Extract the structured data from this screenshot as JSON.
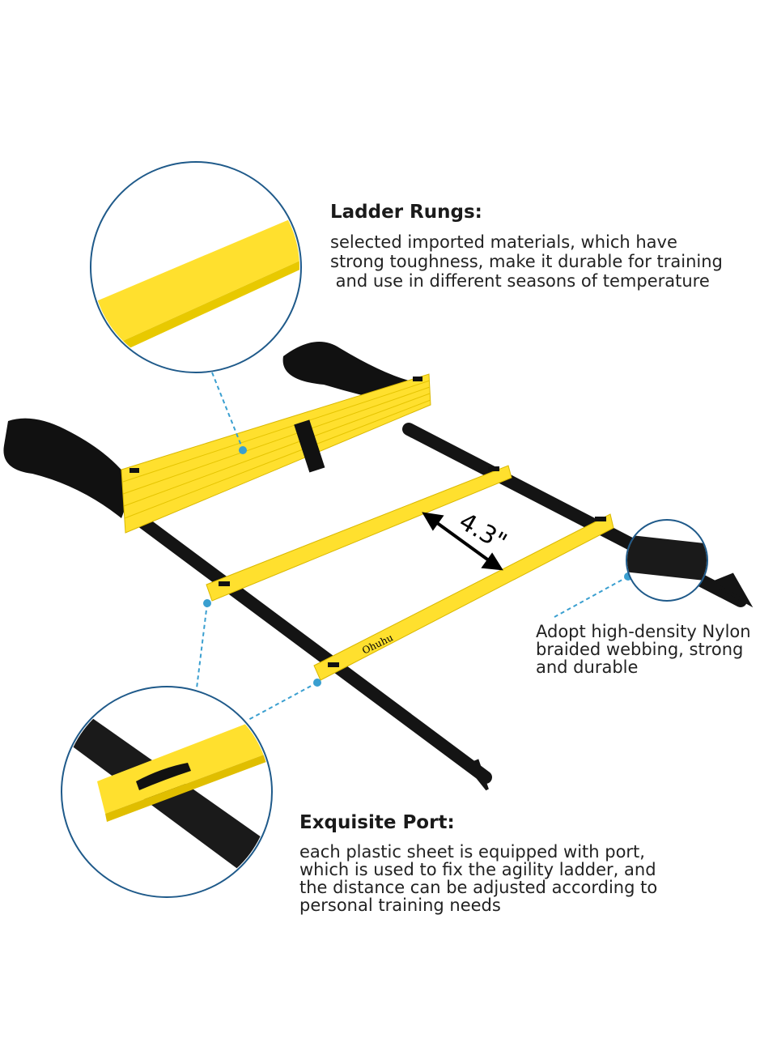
{
  "callouts": {
    "rungs": {
      "title": "Ladder Rungs:",
      "lines": [
        "selected imported materials, which have",
        "strong toughness, make it durable for training",
        " and use in different seasons of temperature"
      ]
    },
    "webbing": {
      "lines": [
        "Adopt high-density Nylon",
        "braided webbing, strong",
        "and durable"
      ]
    },
    "port": {
      "title": "Exquisite Port:",
      "lines": [
        "each plastic sheet is equipped with port,",
        "which is used to fix the agility ladder, and",
        "the distance can be adjusted according to",
        "personal training needs"
      ]
    }
  },
  "product": {
    "rung_spacing_label": "4.3\"",
    "brand_label": "Ohuhu"
  },
  "colors": {
    "rung_yellow": "#ffe02e",
    "strap_black": "#141414",
    "circle_blue": "#1f5a8a",
    "dash_blue": "#3a9fd0"
  }
}
